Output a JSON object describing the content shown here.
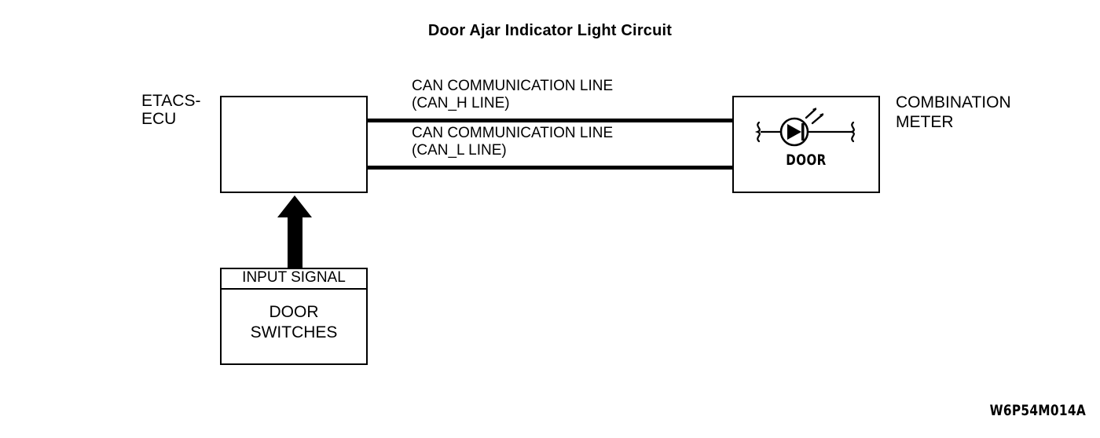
{
  "figure": {
    "title": "Door Ajar Indicator Light Circuit",
    "id_code": "W6P54M014A"
  },
  "blocks": {
    "etacs": {
      "label": "ETACS-\nECU"
    },
    "combination_meter": {
      "label": "COMBINATION\nMETER",
      "indicator_label": "DOOR",
      "indicator_icon": "led-indicator-icon"
    },
    "input_signal": {
      "header": "INPUT SIGNAL",
      "body": "DOOR\nSWITCHES"
    }
  },
  "connections": {
    "can_high": {
      "label": "CAN COMMUNICATION LINE\n(CAN_H LINE)"
    },
    "can_low": {
      "label": "CAN COMMUNICATION LINE\n(CAN_L LINE)"
    },
    "input_arrow": {
      "icon": "up-arrow-icon"
    }
  },
  "colors": {
    "line": "#000000",
    "background": "#ffffff"
  }
}
